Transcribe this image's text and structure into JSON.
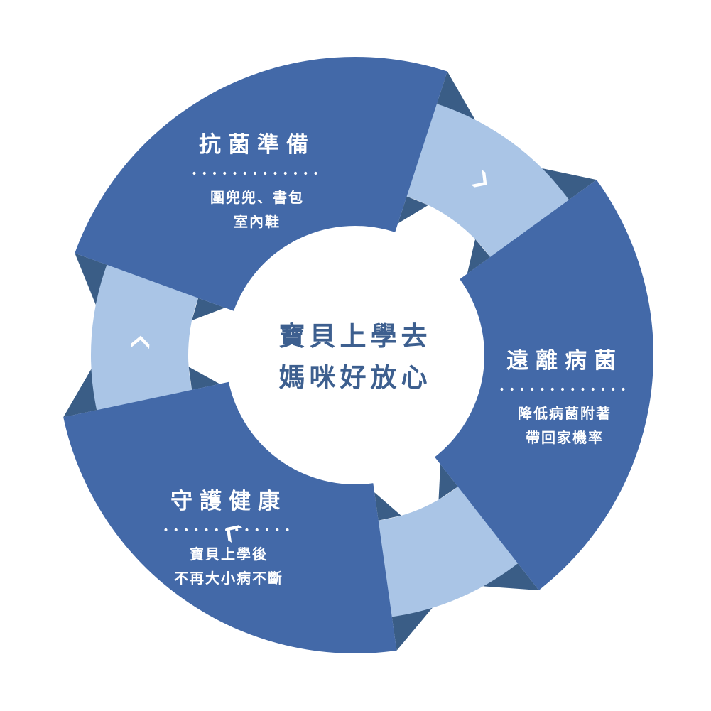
{
  "colors": {
    "primary": "#4369a8",
    "dark": "#3a5d86",
    "light": "#aac5e6",
    "text": "#3d5f8f"
  },
  "center": {
    "line1": "寶貝上學去",
    "line2": "媽咪好放心"
  },
  "segments": [
    {
      "title": "抗菌準備",
      "dots": "•••••••••••••",
      "lines": [
        "圍兜兜、書包",
        "室內鞋"
      ]
    },
    {
      "title": "遠離病菌",
      "dots": "•••••••••••••",
      "lines": [
        "降低病菌附著",
        "帶回家機率"
      ]
    },
    {
      "title": "守護健康",
      "dots": "•••••••••••••",
      "lines": [
        "寶貝上學後",
        "不再大小病不斷"
      ]
    }
  ],
  "connectors": [
    {
      "icon": "chevron-right-icon"
    },
    {
      "icon": "chevron-left-icon"
    },
    {
      "icon": "chevron-up-icon"
    }
  ]
}
